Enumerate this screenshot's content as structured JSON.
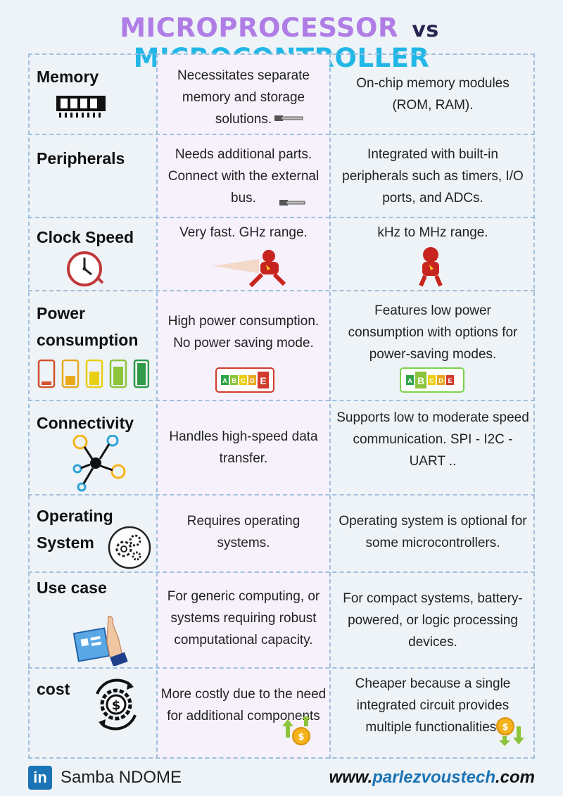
{
  "title": {
    "left": "MICROPROCESSOR",
    "vs": "vs",
    "right": "MICROCONTROLLER"
  },
  "rows": [
    {
      "label": "Memory",
      "icon": "memory-chip-icon",
      "mp": "Necessitates separate memory and storage solutions.",
      "mc": "On-chip memory modules (ROM, RAM)."
    },
    {
      "label": "Peripherals",
      "icon": "",
      "mp": "Needs additional parts. Connect with the external bus.",
      "mc": "Integrated with built-in peripherals such as timers, I/O ports, and ADCs."
    },
    {
      "label": "Clock Speed",
      "icon": "clock-icon",
      "mp": "Very fast. GHz range.",
      "mc": "kHz to MHz range."
    },
    {
      "label": "Power consumption",
      "icon": "battery-levels-icon",
      "mp": "High power consumption. No power saving mode.",
      "mc": "Features low power consumption with options for power-saving modes."
    },
    {
      "label": "Connectivity",
      "icon": "network-nodes-icon",
      "mp": "Handles high-speed data transfer.",
      "mc": "Supports low to moderate speed communication. SPI - I2C - UART .."
    },
    {
      "label": "Operating System",
      "icon": "gears-icon",
      "mp": "Requires operating systems.",
      "mc": "Operating system is optional for some microcontrollers."
    },
    {
      "label": "Use case",
      "icon": "tablet-hand-icon",
      "mp": "For generic computing, or systems requiring robust computational capacity.",
      "mc": "For compact systems, battery-powered, or logic processing devices."
    },
    {
      "label": "cost",
      "icon": "dollar-gear-icon",
      "mp": "More costly due to the need for additional components",
      "mc": "Cheaper because a single integrated circuit provides multiple functionalities."
    }
  ],
  "energy_label": {
    "letters": [
      "A",
      "B",
      "C",
      "D",
      "E"
    ],
    "mp_highlight": "E",
    "mc_highlight": "B"
  },
  "footer": {
    "linkedin_badge": "in",
    "author": "Samba NDOME",
    "website_prefix": "www.",
    "website_name": "parlezvoustech",
    "website_suffix": ".com"
  },
  "colors": {
    "title_left": "#b07de6",
    "title_right": "#22b7e6",
    "grid": "#9fbfde",
    "linkedin": "#1a73b5"
  }
}
